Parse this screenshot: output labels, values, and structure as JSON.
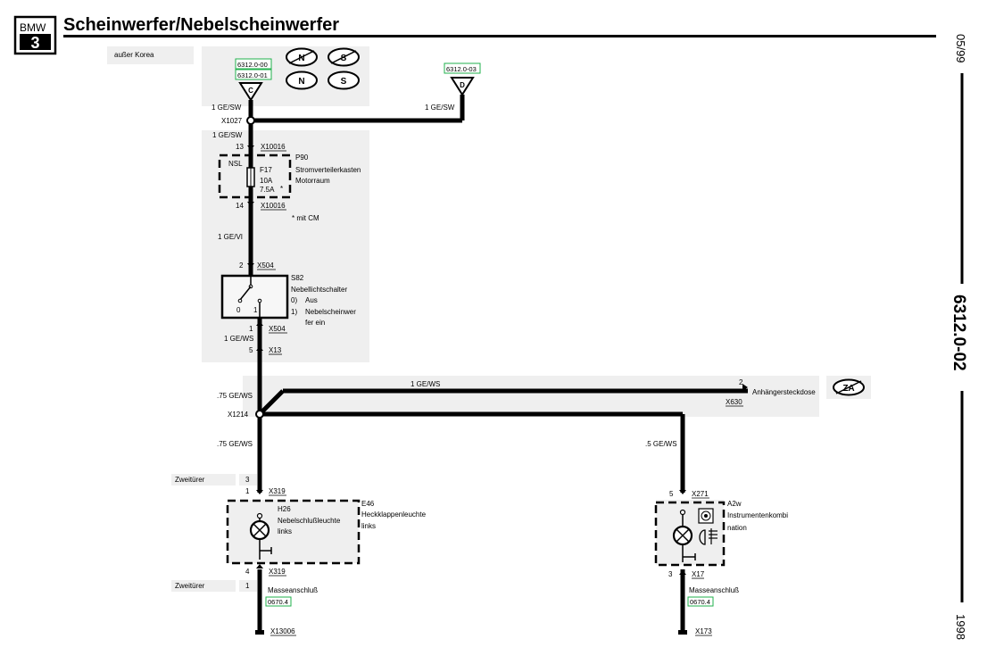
{
  "header": {
    "logo_line1": "BMW",
    "logo_line2": "3",
    "title": "Scheinwerfer/Nebelscheinwerfer"
  },
  "side": {
    "date": "05/99",
    "code": "6312.0-02",
    "year": "1998"
  },
  "top": {
    "ausser_korea": "außer Korea",
    "ref_00": "6312.0-00",
    "ref_01": "6312.0-01",
    "ref_03": "6312.0-03",
    "arrow_c": "C",
    "arrow_d": "D",
    "badge_n": "N",
    "badge_s": "S"
  },
  "wires": {
    "w1": "1 GE/SW",
    "w2": "1 GE/SW",
    "w3": "1 GE/SW",
    "w4": "1 GE/VI",
    "w5": "1 GE/WS",
    "w6": "1 GE/WS",
    "w7": ".75 GE/WS",
    "w8": ".75 GE/WS",
    "w9": ".5 GE/WS"
  },
  "connectors": {
    "x1027": "X1027",
    "x10016a": "X10016",
    "x10016b": "X10016",
    "x504a": "X504",
    "x504b": "X504",
    "x13": "X13",
    "x1214": "X1214",
    "x630": "X630",
    "x319a": "X319",
    "x319b": "X319",
    "x271": "X271",
    "x17": "X17",
    "x13006": "X13006",
    "x173": "X173"
  },
  "pins": {
    "p13": "13",
    "p14": "14",
    "p2": "2",
    "p1": "1",
    "p5": "5",
    "p630": "2",
    "pzw": "3",
    "p319a": "1",
    "p319b": "4",
    "pzw2": "1",
    "p271": "5",
    "p17": "3"
  },
  "fusebox": {
    "nsl": "NSL",
    "id": "P90",
    "name": "Stromverteilerkasten",
    "place": "Motorraum",
    "fuse": "F17",
    "amp1": "10A",
    "amp2": "7.5A",
    "star": "*",
    "note": "*  mit CM"
  },
  "switch": {
    "id": "S82",
    "name": "Nebellichtschalter",
    "pos0": "0",
    "pos1": "1",
    "opt0_num": "0)",
    "opt0": "Aus",
    "opt1_num": "1)",
    "opt1a": "Nebelscheinwer",
    "opt1b": "fer ein"
  },
  "trailer": {
    "label": "Anhängersteckdose",
    "badge": "ZA"
  },
  "lamp_left": {
    "zweiturer1": "Zweitürer",
    "zweiturer2": "Zweitürer",
    "id": "H26",
    "name1": "Nebelschlußleuchte",
    "name2": "links",
    "module_id": "E46",
    "module1": "Heckklappenleuchte",
    "module2": "links",
    "ground": "Masseanschluß",
    "ground_ref": "0670.4"
  },
  "cluster": {
    "id": "A2w",
    "name1": "Instrumentenkombi",
    "name2": "nation",
    "ground": "Masseanschluß",
    "ground_ref": "0670.4"
  }
}
